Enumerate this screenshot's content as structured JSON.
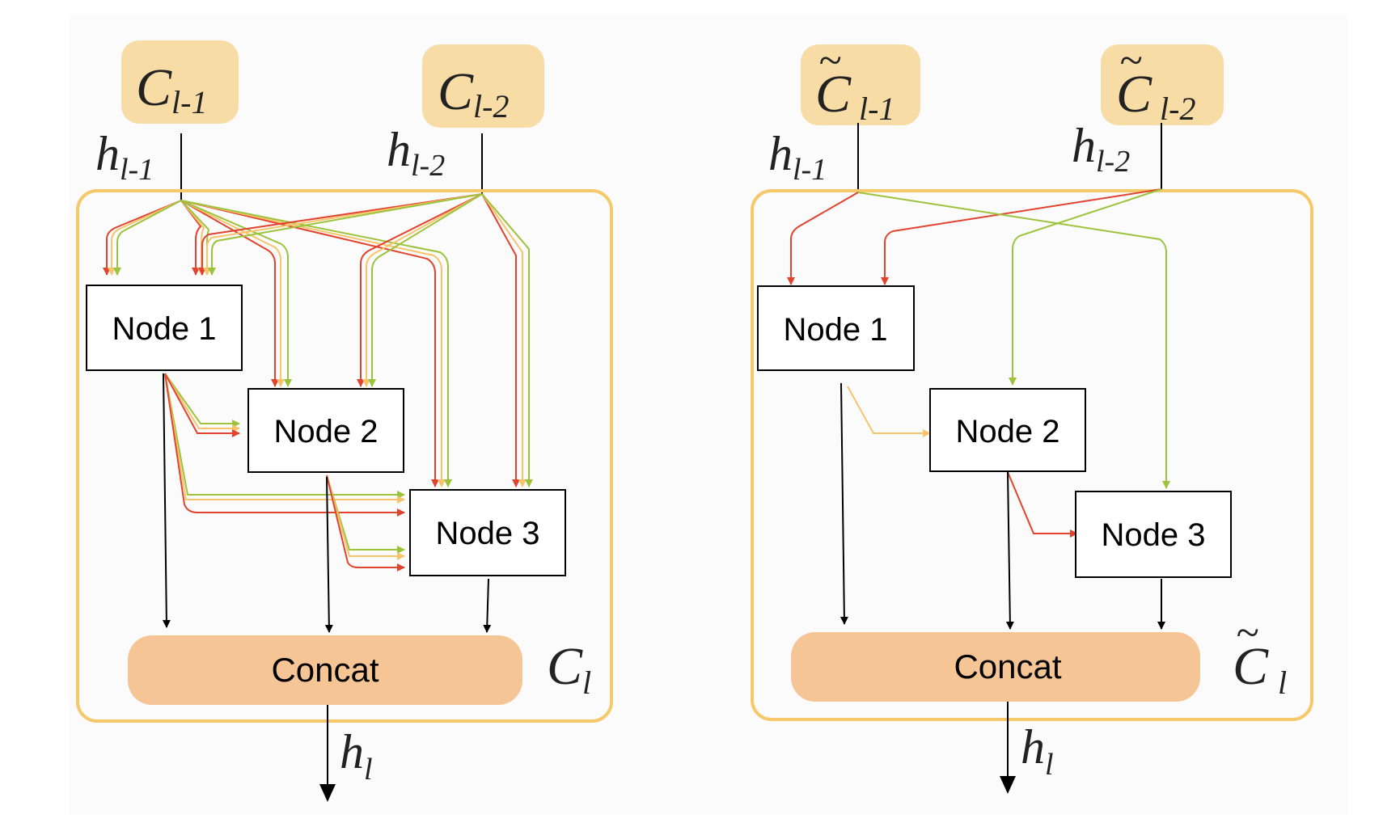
{
  "left": {
    "inputs": [
      {
        "main": "C",
        "sub": "l-1",
        "tilde": false
      },
      {
        "main": "C",
        "sub": "l-2",
        "tilde": false
      }
    ],
    "input_hidden": [
      {
        "main": "h",
        "sub": "l-1"
      },
      {
        "main": "h",
        "sub": "l-2"
      }
    ],
    "nodes": [
      "Node 1",
      "Node 2",
      "Node 3"
    ],
    "concat_label": "Concat",
    "cell_label": {
      "main": "C",
      "sub": "l",
      "tilde": false
    },
    "output": {
      "main": "h",
      "sub": "l"
    }
  },
  "right": {
    "inputs": [
      {
        "main": "C",
        "sub": "l-1",
        "tilde": true
      },
      {
        "main": "C",
        "sub": "l-2",
        "tilde": true
      }
    ],
    "input_hidden": [
      {
        "main": "h",
        "sub": "l-1"
      },
      {
        "main": "h",
        "sub": "l-2"
      }
    ],
    "nodes": [
      "Node 1",
      "Node 2",
      "Node 3"
    ],
    "concat_label": "Concat",
    "cell_label": {
      "main": "C",
      "sub": "l",
      "tilde": true
    },
    "output": {
      "main": "h",
      "sub": "l"
    }
  },
  "colors": {
    "red": "#e1432f",
    "orange": "#f7c46c",
    "green": "#9cc33c",
    "cell_border": "#f5c96a",
    "input_box": "#f8dca6",
    "concat": "#f5c595",
    "arrow": "#000000"
  }
}
